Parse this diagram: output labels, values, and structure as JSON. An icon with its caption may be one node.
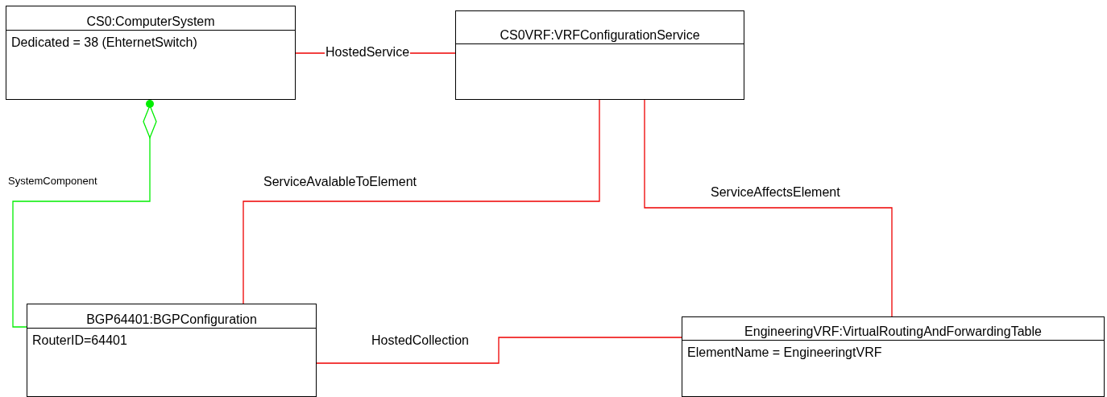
{
  "diagram": {
    "nodes": [
      {
        "text": [
          "CS0:ComputerSystem",
          "Dedicated = 38 (EhternetSwitch)"
        ]
      },
      {
        "text": [
          "CS0VRF:VRFConfigurationService"
        ]
      },
      {
        "text": [
          "BGP64401:BGPConfiguration",
          "RouterID=64401"
        ]
      },
      {
        "text": [
          "EngineeringVRF:VirtualRoutingAndForwardingTable",
          "ElementName = EngineeringtVRF"
        ]
      }
    ],
    "edges": [
      {
        "from": 0,
        "to": 1,
        "arrow": "none",
        "label": "HostedService"
      },
      {
        "from": 1,
        "to": 2,
        "arrow": "none",
        "label": "ServiceAvalableToElement"
      },
      {
        "from": 1,
        "to": 3,
        "arrow": "none",
        "label": "ServiceAffectsElement"
      },
      {
        "from": 2,
        "to": 3,
        "arrow": "none",
        "label": "HostedCollection"
      },
      {
        "from": 2,
        "to": 0,
        "arrow": "other",
        "label": "SystemComponent",
        "color": "#00ee00"
      }
    ]
  }
}
